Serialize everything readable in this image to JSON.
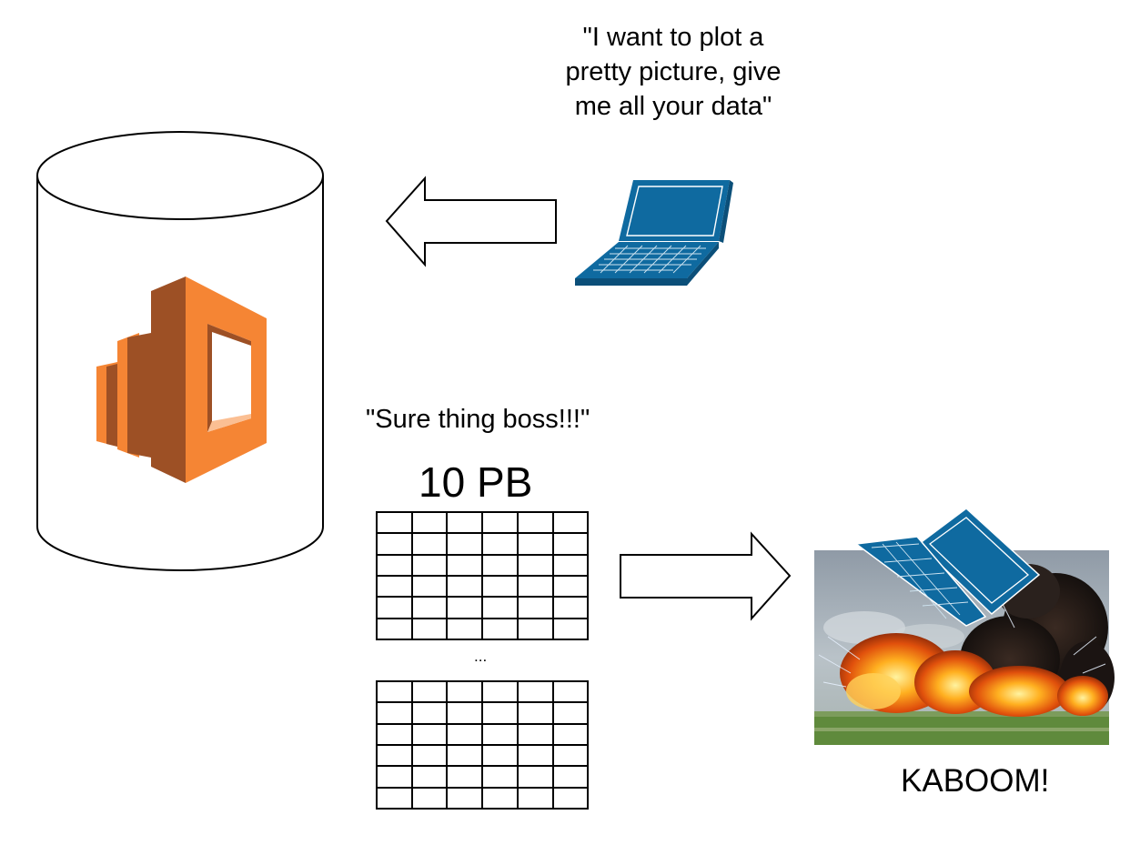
{
  "speech_request": "\"I want to plot a\npretty picture, give\nme all your data\"",
  "speech_reply": "\"Sure thing boss!!!\"",
  "data_size_label": "10 PB",
  "ellipsis": "...",
  "result_label": "KABOOM!",
  "nodes": {
    "database": {
      "icon": "database-cylinder-icon",
      "logo": "aws-redshift-logo"
    },
    "client": {
      "icon": "laptop-icon"
    },
    "result": {
      "icon": "explosion-image",
      "overlay": "broken-laptop-icon"
    }
  },
  "colors": {
    "laptop_blue": "#0f6aa0",
    "logo_orange": "#f58534",
    "logo_dark": "#9d5025",
    "logo_light": "#fbbf93"
  }
}
